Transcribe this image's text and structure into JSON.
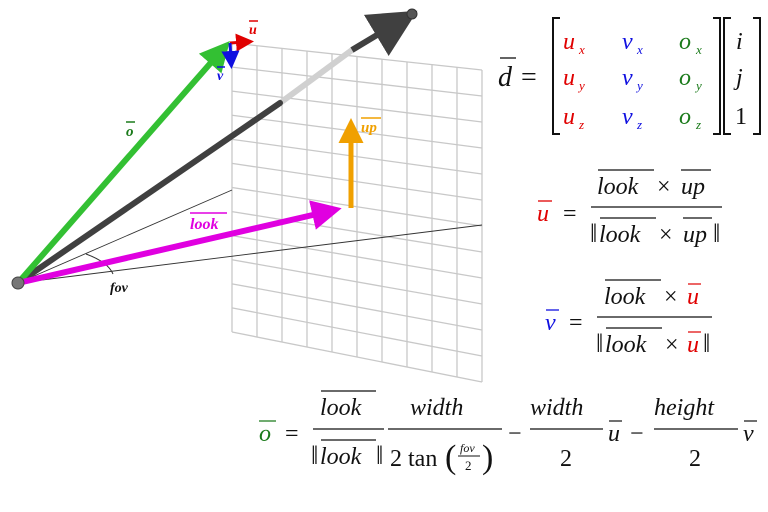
{
  "colors": {
    "u": "#e00000",
    "v": "#1010e0",
    "o": "#1a7a1a",
    "look": "#e000e0",
    "up": "#f0a000",
    "eye_ray": "#404040",
    "eye_ray_far": "#d0d0d0",
    "grid": "#c8c8c8",
    "green_arrow": "#33c033",
    "black": "#111111"
  },
  "labels": {
    "u": "u",
    "v": "v",
    "o": "o",
    "look": "look",
    "up": "up",
    "fov": "fov",
    "d": "d",
    "equals": "="
  },
  "matrix": {
    "row1": [
      "u",
      "x",
      "v",
      "x",
      "o",
      "x",
      "i"
    ],
    "row2": [
      "u",
      "y",
      "v",
      "y",
      "o",
      "y",
      "j"
    ],
    "row3": [
      "u",
      "z",
      "v",
      "z",
      "o",
      "z",
      "1"
    ]
  },
  "formula_o": {
    "width": "width",
    "height": "height",
    "two": "2",
    "tan": "tan",
    "minus": "−"
  }
}
